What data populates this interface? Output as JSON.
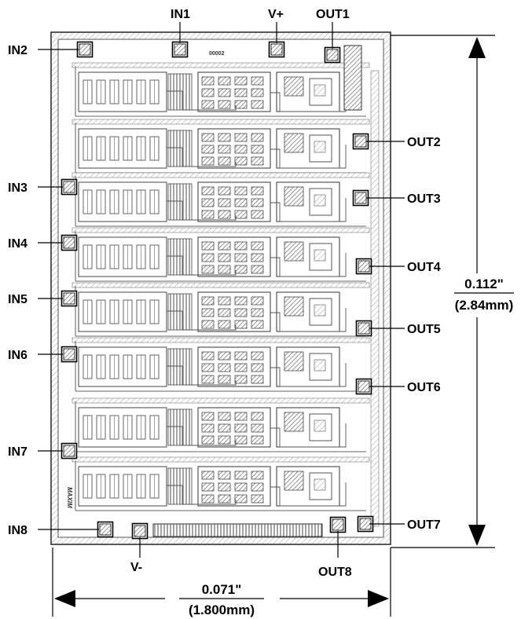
{
  "pins": {
    "IN1": "IN1",
    "V_PLUS": "V+",
    "OUT1": "OUT1",
    "IN2": "IN2",
    "OUT2": "OUT2",
    "IN3": "IN3",
    "OUT3": "OUT3",
    "IN4": "IN4",
    "OUT4": "OUT4",
    "IN5": "IN5",
    "OUT5": "OUT5",
    "IN6": "IN6",
    "OUT6": "OUT6",
    "IN7": "IN7",
    "IN8": "IN8",
    "OUT7": "OUT7",
    "V_MINUS": "V-",
    "OUT8": "OUT8"
  },
  "dimensions": {
    "height_in": "0.112\"",
    "height_mm": "(2.84mm)",
    "width_in": "0.071\"",
    "width_mm": "(1.800mm)"
  },
  "die_marks": {
    "code": "00002",
    "logo": "MAXIM"
  },
  "colors": {
    "ink": "#000000",
    "pad": "#9a9a9a",
    "wire": "#444444",
    "rail": "#bdbdbd"
  }
}
